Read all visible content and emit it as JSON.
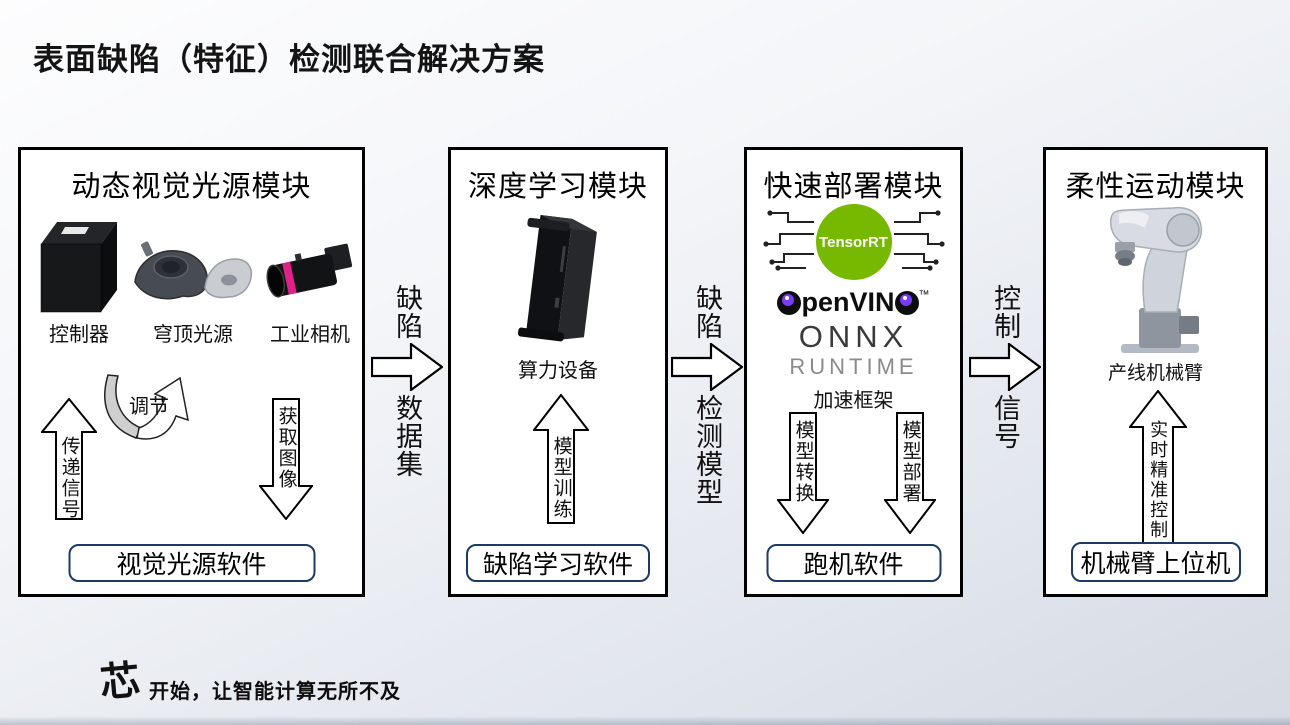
{
  "title": "表面缺陷（特征）检测联合解决方案",
  "modules": {
    "vision": {
      "title": "动态视觉光源模块",
      "devices": [
        {
          "label": "控制器"
        },
        {
          "label": "穹顶光源"
        },
        {
          "label": "工业相机"
        }
      ],
      "signal_arrow_label": "传递信号",
      "adjust_label": "调节",
      "capture_arrow_label": "获取图像",
      "software": "视觉光源软件"
    },
    "learning": {
      "title": "深度学习模块",
      "device_label": "算力设备",
      "train_arrow_label": "模型训练",
      "software": "缺陷学习软件"
    },
    "deploy": {
      "title": "快速部署模块",
      "tensorrt": "TensorRT",
      "openvino": {
        "mid": "penVIN",
        "tm": "™"
      },
      "onnx": "ONNX",
      "runtime": "RUNTIME",
      "framework_label": "加速框架",
      "convert_arrow_label": "模型转换",
      "deploy_arrow_label": "模型部署",
      "software": "跑机软件"
    },
    "motion": {
      "title": "柔性运动模块",
      "device_label": "产线机械臂",
      "control_arrow_label": "实时精准控制",
      "software": "机械臂上位机"
    }
  },
  "connectors": [
    {
      "label": "缺陷数据集",
      "top": "缺陷",
      "bottom": "数据集"
    },
    {
      "label": "缺陷检测模型",
      "top": "缺陷",
      "bottom": "检测模型"
    },
    {
      "label": "控制信号",
      "top": "控制",
      "bottom": "信号"
    }
  ],
  "footer": {
    "logo_char": "芯",
    "slogan": "开始，让智能计算无所不及"
  },
  "colors": {
    "tensorrt_green": "#76b900",
    "openvino_purple": "#7a3bf7",
    "pill_border": "#1e3a66",
    "box_border": "#000000"
  }
}
